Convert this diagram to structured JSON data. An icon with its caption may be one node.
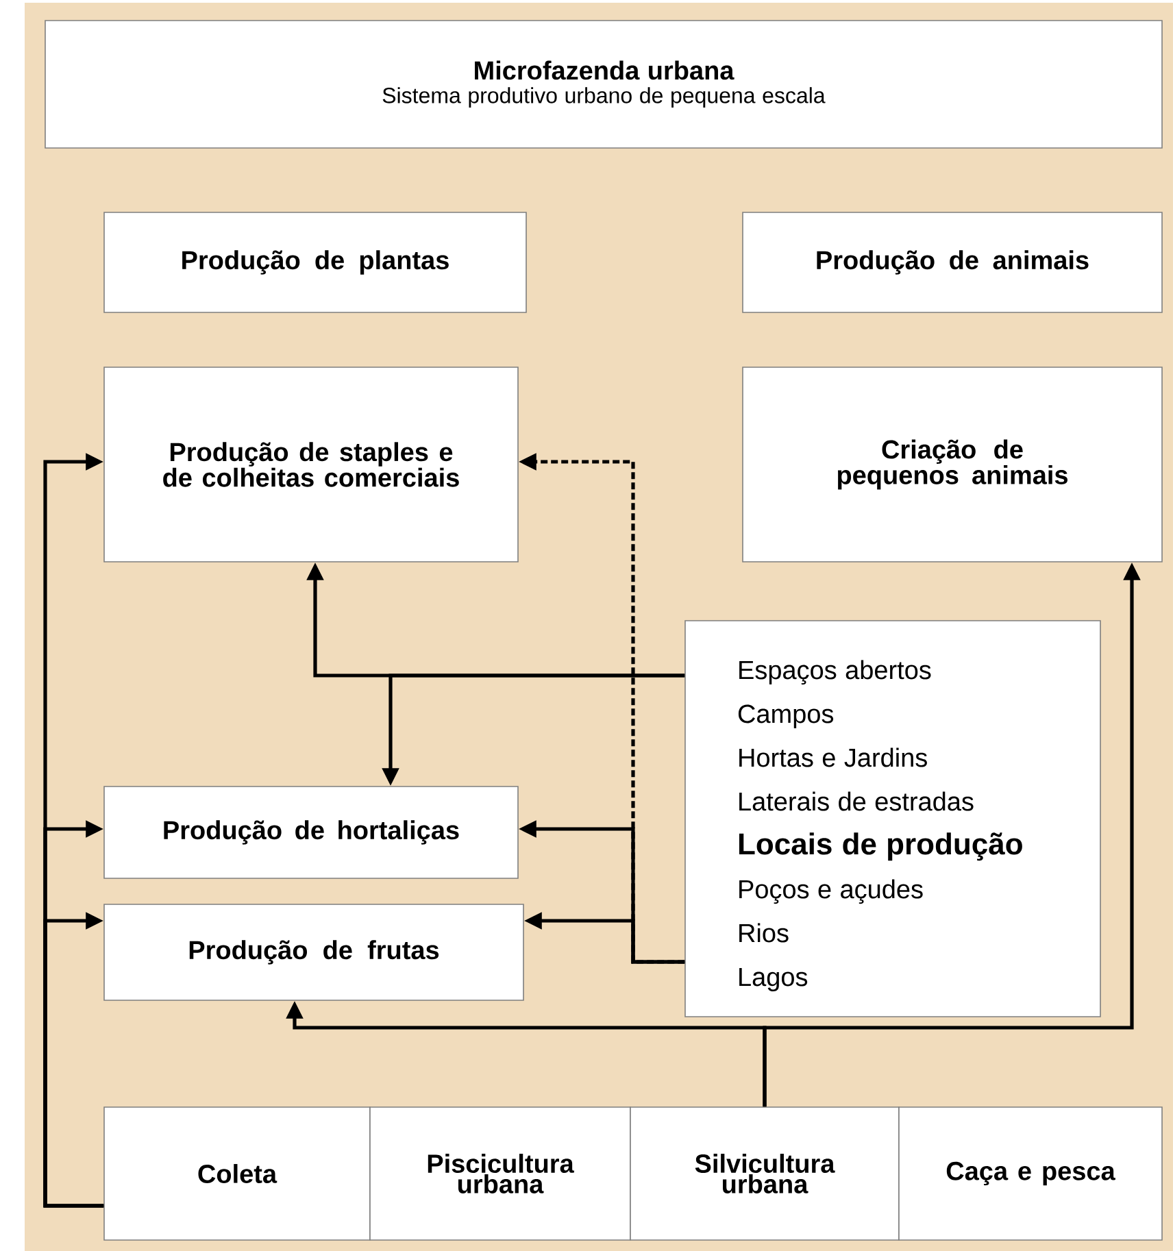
{
  "diagram": {
    "nodes": [
      {
        "text": [
          "Microfazenda urbana",
          "Sistema produtivo  urbano de pequena escala"
        ]
      },
      {
        "text": [
          "Produção de plantas"
        ]
      },
      {
        "text": [
          "Produção de animais"
        ]
      },
      {
        "text": [
          "Produção de staples e de colheitas comerciais"
        ]
      },
      {
        "text": [
          "Criação de pequenos animais"
        ]
      },
      {
        "text": [
          "Espaços abertos",
          "Campos",
          "Hortas e Jardins",
          "Laterais de estradas",
          "Locais de produção",
          "Poços e açudes",
          "Rios",
          "Lagos"
        ]
      },
      {
        "text": [
          "Produção de hortaliças"
        ]
      },
      {
        "text": [
          "Produção de frutas"
        ]
      },
      {
        "text": [
          "Coleta"
        ]
      },
      {
        "text": [
          "Piscicultura urbana"
        ]
      },
      {
        "text": [
          "Silvicultura urbana"
        ]
      },
      {
        "text": [
          "Caça e pesca"
        ]
      }
    ],
    "edges": [
      {
        "from": 5,
        "to": 3,
        "arrow": "to"
      },
      {
        "from": 5,
        "to": 6,
        "arrow": "to"
      },
      {
        "from": 5,
        "to": 3,
        "arrow": "to",
        "style": "dashed"
      },
      {
        "from": 5,
        "to": 6,
        "arrow": "to"
      },
      {
        "from": 5,
        "to": 7,
        "arrow": "to"
      },
      {
        "from": 10,
        "to": 7,
        "arrow": "to"
      },
      {
        "from": 10,
        "to": 4,
        "arrow": "to"
      },
      {
        "from": 8,
        "to": 3,
        "arrow": "to"
      },
      {
        "from": 8,
        "to": 6,
        "arrow": "to"
      },
      {
        "from": 8,
        "to": 7,
        "arrow": "to"
      }
    ]
  }
}
